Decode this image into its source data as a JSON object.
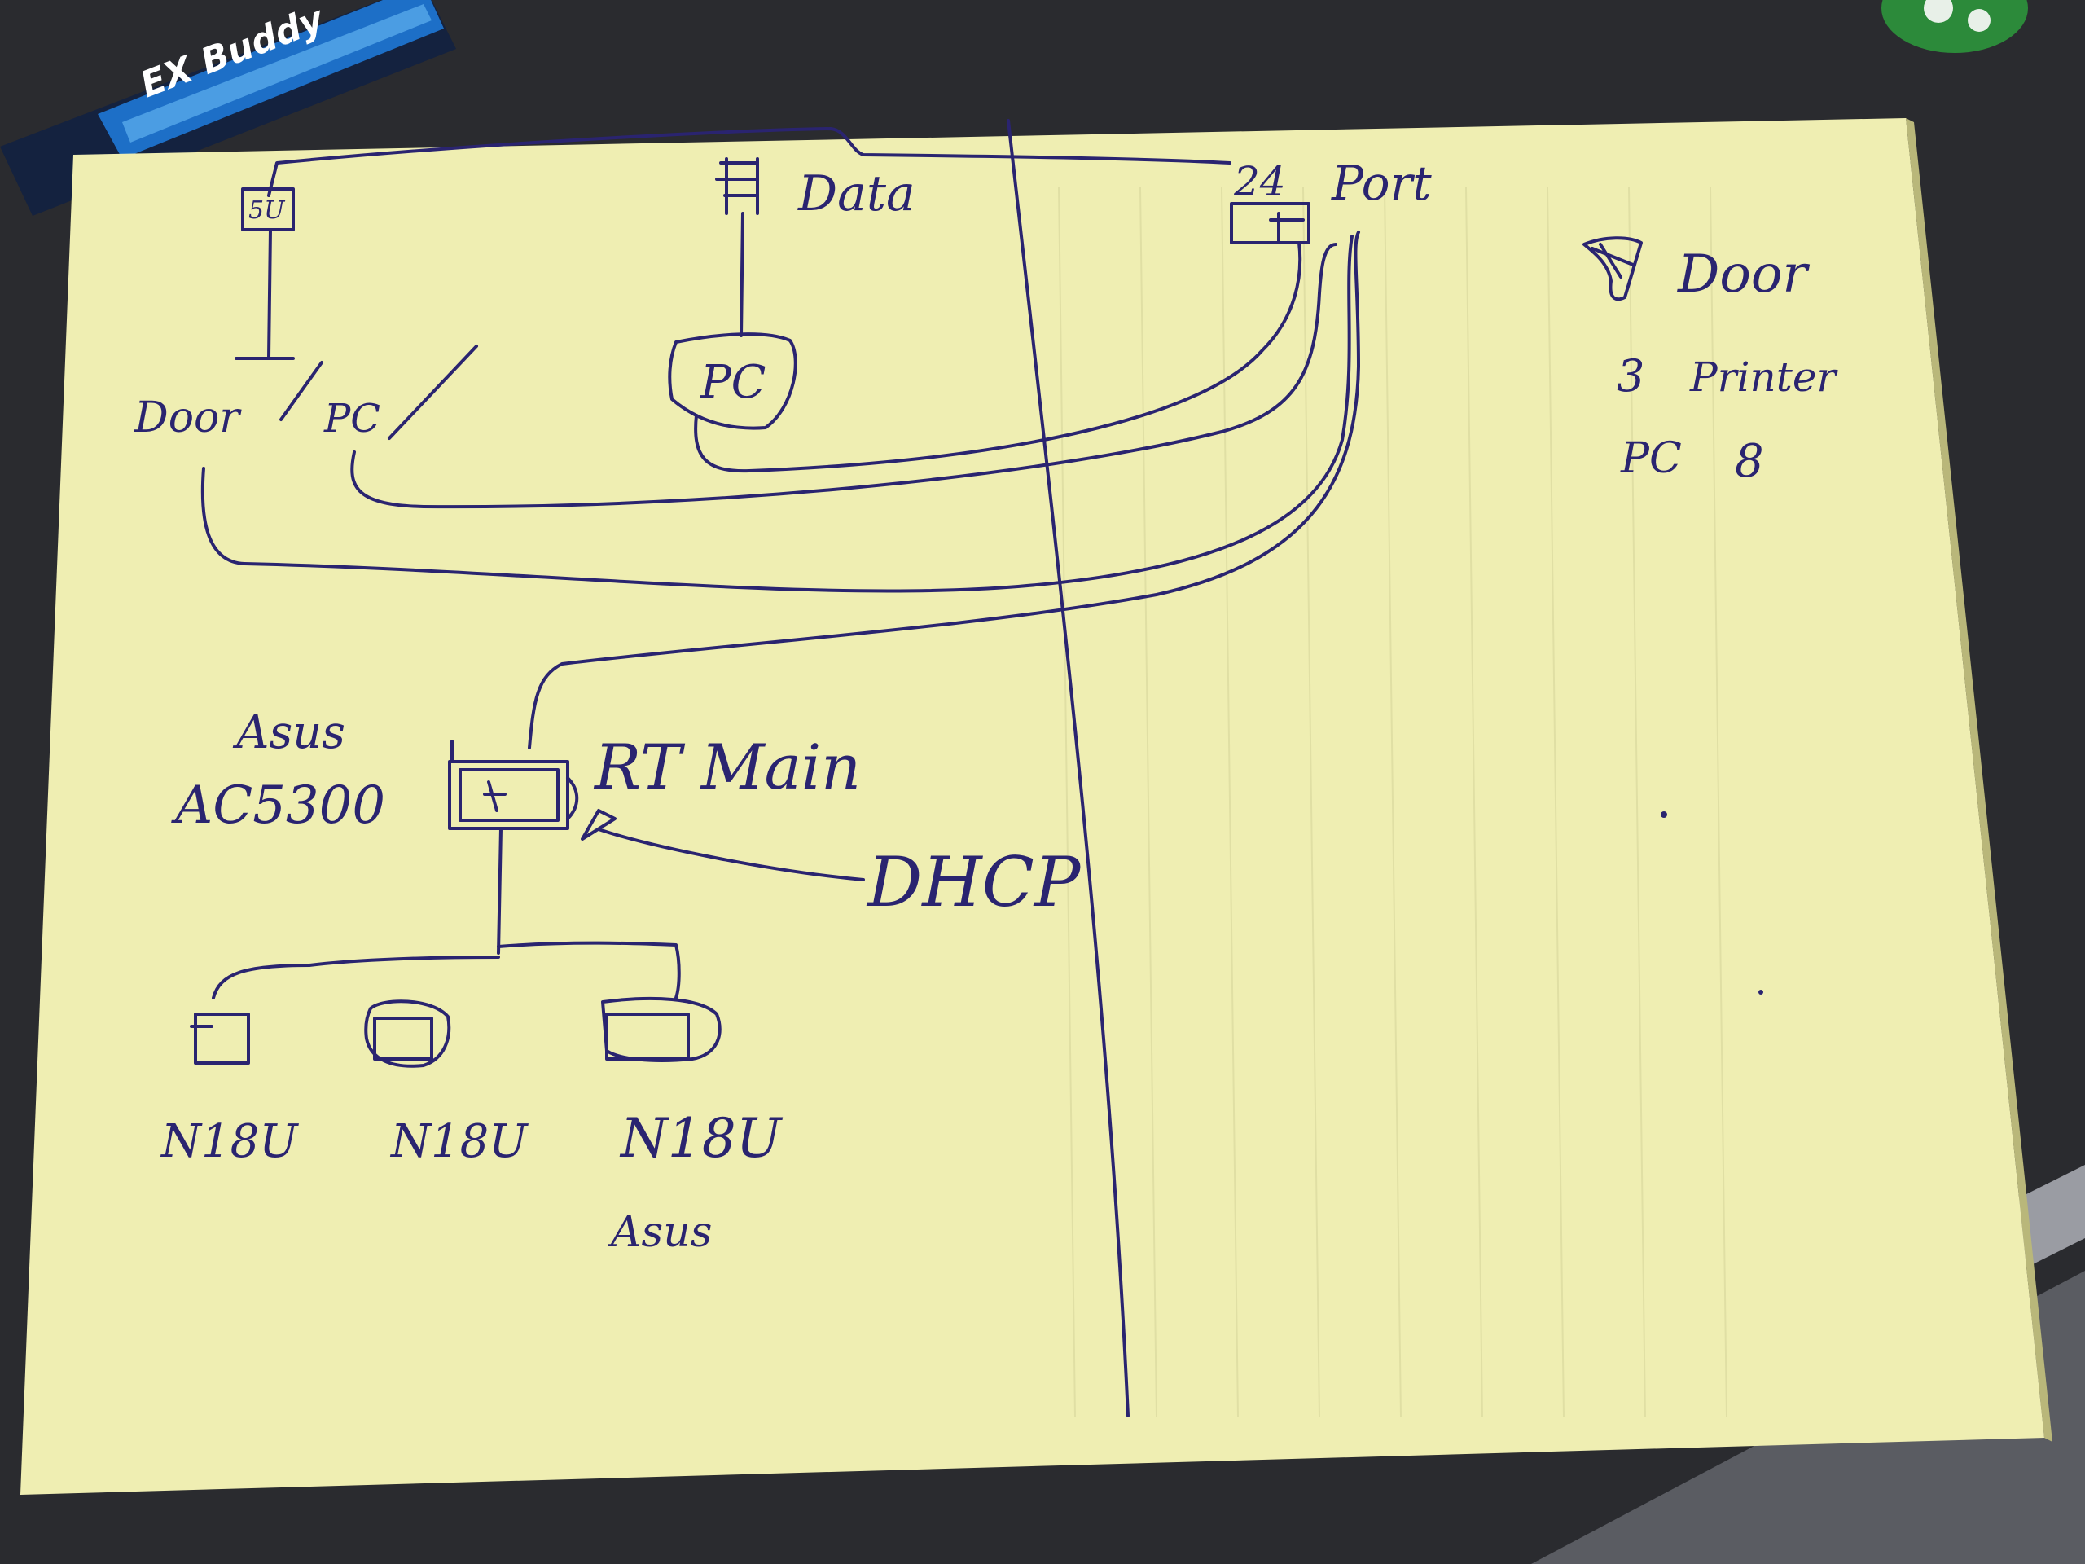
{
  "colors": {
    "desk": "#2a2b2f",
    "paper": "#efeeb2",
    "paper_shadow": "#d9d79a",
    "ink": "#2a2470",
    "pen_body": "#1d6fc7",
    "pen_cap": "#14223f"
  },
  "pen": {
    "brand_text": "EX Buddy"
  },
  "labels": {
    "top_left_jack": "5U",
    "data": "Data",
    "switch_24": "24",
    "port": "Port",
    "pc_center": "PC",
    "door_left": "Door",
    "pc_left": "PC",
    "router_brand": "Asus",
    "router_model": "AC5300",
    "rt_main": "RT  Main",
    "dhcp": "DHCP",
    "ext1": "N18U",
    "ext2": "N18U",
    "ext3": "N18U",
    "ext3_sub": "Asus"
  },
  "legend": {
    "door": "Door",
    "printer_count": "3",
    "printer": "Printer",
    "pc": "PC",
    "pc_count": "8"
  }
}
